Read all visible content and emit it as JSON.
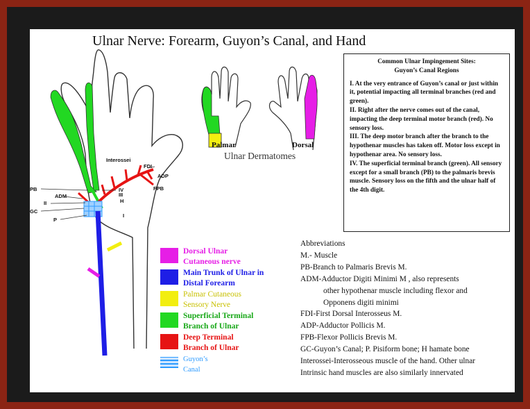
{
  "title": "Ulnar Nerve: Forearm, Guyon’s Canal, and Hand",
  "infobox": {
    "heading_line1": "Common Ulnar Impingement Sites:",
    "heading_line2": "Guyon’s Canal Regions",
    "items": [
      "I. At the very entrance of Guyon’s canal or just within it, potential impacting all terminal branches (red and green).",
      "II. Right after the nerve comes out of the canal, impacting the deep terminal motor branch (red). No sensory loss.",
      "III. The deep motor branch after the branch to the hypothenar muscles has taken off. Motor loss except in hypothenar area. No sensory loss.",
      "IV. The superficial terminal branch (green). All sensory except for a small branch (PB) to the palmaris brevis muscle. Sensory loss on the fifth and the ulnar half of the 4th digit."
    ]
  },
  "dermatomes": {
    "title": "Ulnar Dermatomes",
    "palmar_label": "Palmar",
    "dorsal_label": "Dorsal"
  },
  "diagram_labels": {
    "interossei": "Interossei",
    "fdi": "FDI",
    "adp": "ADP",
    "fpb": "FPB",
    "pb": "PB",
    "adm": "ADM",
    "ii": "II",
    "gc": "GC",
    "p": "P",
    "iii": "III",
    "iv": "IV",
    "h": "H",
    "i": "I"
  },
  "legend": [
    {
      "text": "Dorsal Ulnar Cutaneous nerve",
      "color": "#e61ee6"
    },
    {
      "text": "Main Trunk of Ulnar in Distal Forearm",
      "color": "#1e1ee6"
    },
    {
      "text": "Palmar Cutaneous Sensory Nerve",
      "color": "#f2ee10"
    },
    {
      "text": "Superficial Terminal Branch of Ulnar",
      "color": "#22d822"
    },
    {
      "text": "Deep Terminal Branch of Ulnar",
      "color": "#e61414"
    },
    {
      "text": "Guyon’s Canal",
      "color": "#2f9cff"
    }
  ],
  "abbreviations": {
    "heading": "Abbreviations",
    "lines": [
      "M.- Muscle",
      "PB-Branch to Palmaris Brevis M.",
      "ADM-Adductor Digiti Minimi M , also represents",
      "other hypothenar muscle including flexor and",
      "Opponens digiti minimi",
      "FDI-First Dorsal Interosseus M.",
      "ADP-Adductor Pollicis M.",
      "FPB-Flexor Pollicis Brevis M.",
      "GC-Guyon’s Canal; P. Pisiform bone; H hamate bone",
      "Interossei-Interosseous muscle of the hand. Other ulnar",
      "Intrinsic hand muscles are also similarly innervated"
    ]
  },
  "colors": {
    "frame": "#8b2414",
    "dorsal_ulnar": "#e61ee6",
    "main_trunk": "#1e1ee6",
    "palmar_cutaneous": "#f2ee10",
    "superficial": "#22d822",
    "deep": "#e61414",
    "guyon": "#2f9cff"
  }
}
